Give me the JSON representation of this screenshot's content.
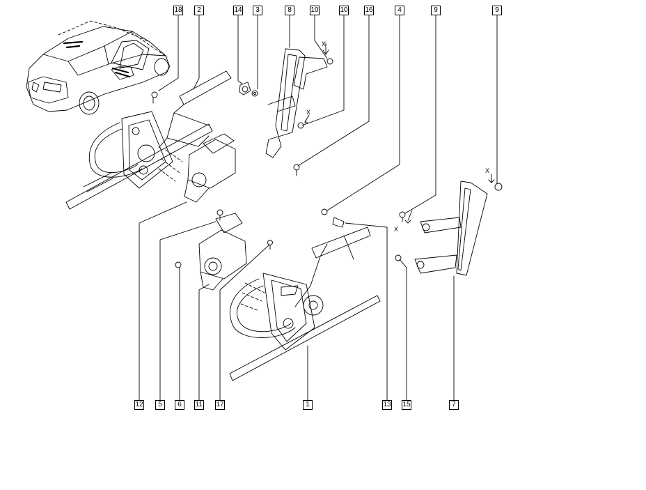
{
  "diagram": {
    "callouts_top": [
      "18",
      "2",
      "14",
      "3",
      "8",
      "10",
      "10",
      "16",
      "4",
      "9",
      "9"
    ],
    "callouts_bottom": [
      "12",
      "5",
      "6",
      "11",
      "17",
      "1",
      "13",
      "15",
      "7"
    ],
    "torque_marks": [
      "X",
      "X",
      "X",
      "X"
    ],
    "line_color": "#000000",
    "background": "#ffffff"
  }
}
